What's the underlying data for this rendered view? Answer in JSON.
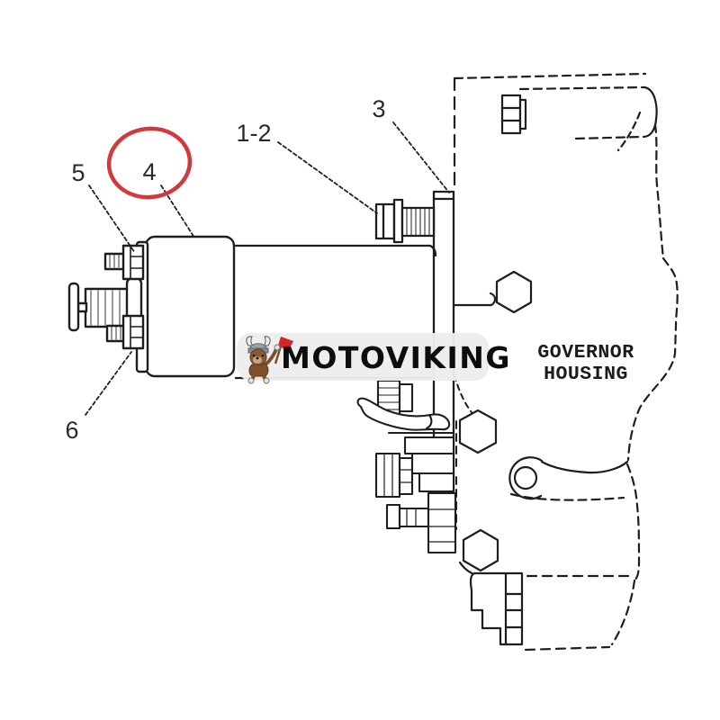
{
  "diagram": {
    "type": "parts-exploded-view",
    "subject": "fuel shutoff solenoid on governor housing",
    "callouts": [
      {
        "label": "5",
        "highlighted": false
      },
      {
        "label": "4",
        "highlighted": true
      },
      {
        "label": "1-2",
        "highlighted": false
      },
      {
        "label": "3",
        "highlighted": false
      },
      {
        "label": "6",
        "highlighted": false
      }
    ],
    "annotations": {
      "housing_line1": "GOVERNOR",
      "housing_line2": "HOUSING"
    }
  },
  "watermark": {
    "brand": "MOTOVIKING",
    "mascot_icon": "viking-dog-mascot"
  },
  "colors": {
    "line": "#1e1e1e",
    "highlight": "#d03a3c",
    "watermark_bg": "#ededed",
    "watermark_text": "#0d0d0d"
  }
}
